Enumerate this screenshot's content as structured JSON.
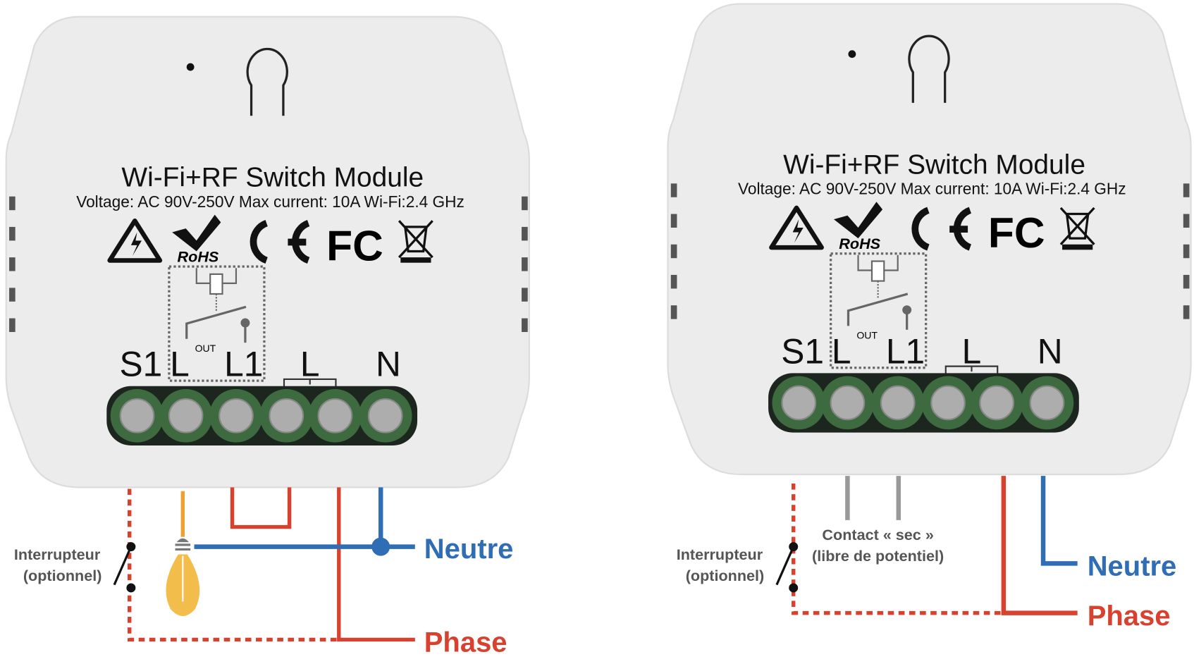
{
  "module": {
    "title": "Wi-Fi+RF Switch Module",
    "specs": "Voltage: AC 90V-250V  Max current: 10A  Wi-Fi:2.4 GHz",
    "rohs": "RoHS",
    "fcc": "FC",
    "terminals": [
      "S1",
      "L",
      "L1",
      "L",
      "N"
    ],
    "out_label": "OUT",
    "icons": [
      "high-voltage-warning-icon",
      "rohs-check-icon",
      "ce-mark-icon",
      "fcc-logo-icon",
      "weee-bin-icon",
      "relay-icon"
    ]
  },
  "left_diagram": {
    "switch_label": [
      "Interrupteur",
      "(optionnel)"
    ],
    "neutral_label": "Neutre",
    "phase_label": "Phase"
  },
  "right_diagram": {
    "switch_label": [
      "Interrupteur",
      "(optionnel)"
    ],
    "contact_label": [
      "Contact « sec »",
      "(libre de potentiel)"
    ],
    "neutral_label": "Neutre",
    "phase_label": "Phase"
  },
  "colors": {
    "phase": "#d9412f",
    "neutral": "#2f6db5",
    "lamp_wire": "#f0a030",
    "dry_contact": "#999999",
    "terminal_green": "#3d6b3f"
  }
}
